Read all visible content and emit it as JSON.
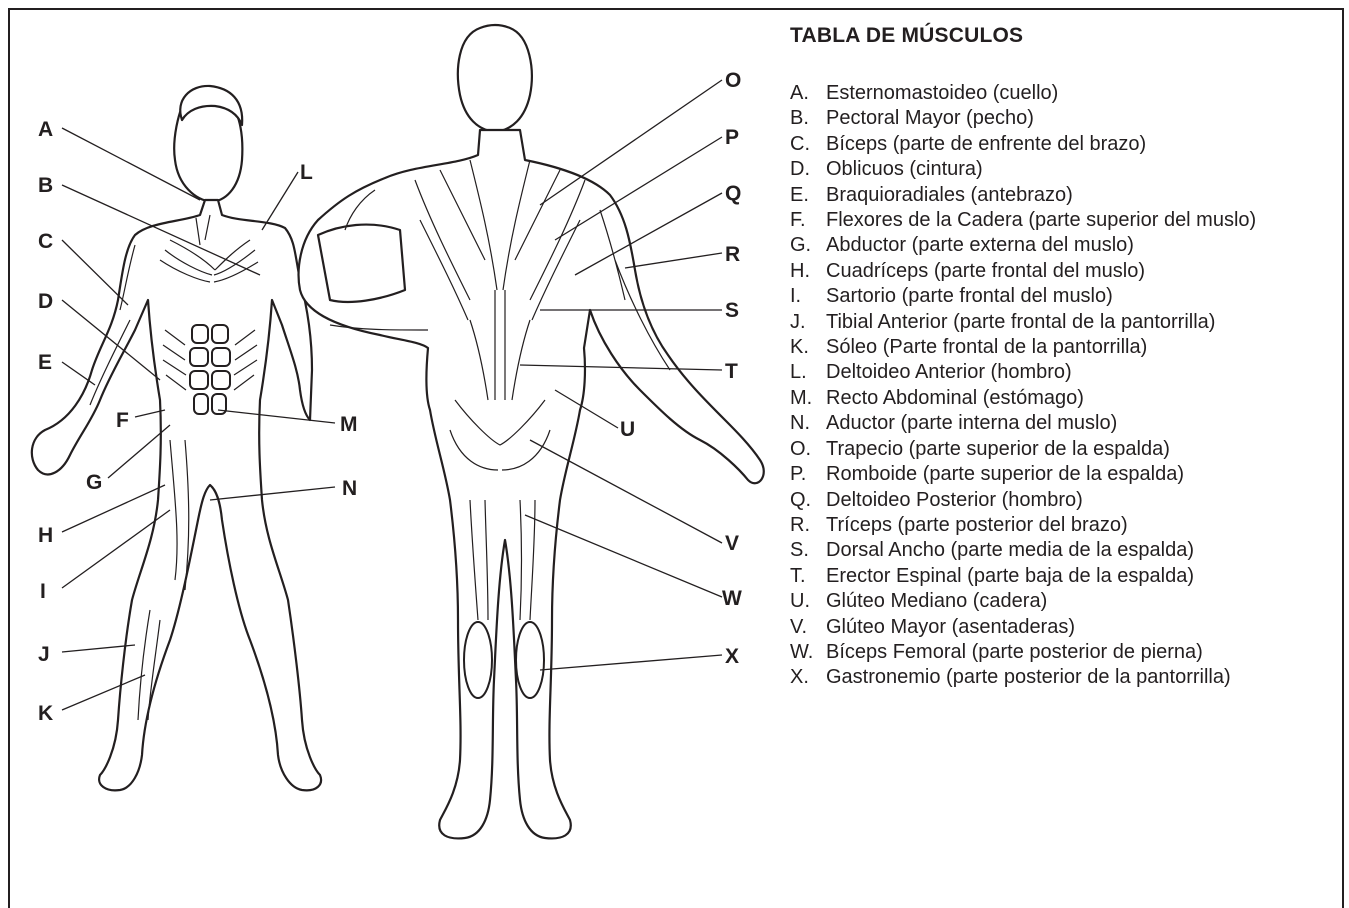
{
  "legend": {
    "title": "TABLA DE MÚSCULOS",
    "items": [
      {
        "key": "A.",
        "text": "Esternomastoideo (cuello)"
      },
      {
        "key": "B.",
        "text": "Pectoral Mayor (pecho)"
      },
      {
        "key": "C.",
        "text": "Bíceps (parte de enfrente del brazo)"
      },
      {
        "key": "D.",
        "text": "Oblicuos (cintura)"
      },
      {
        "key": "E.",
        "text": "Braquioradiales (antebrazo)"
      },
      {
        "key": "F.",
        "text": "Flexores de la Cadera (parte superior del muslo)"
      },
      {
        "key": "G.",
        "text": "Abductor (parte externa del muslo)"
      },
      {
        "key": "H.",
        "text": "Cuadríceps (parte frontal del muslo)"
      },
      {
        "key": "I.",
        "text": "Sartorio (parte frontal del muslo)"
      },
      {
        "key": "J.",
        "text": "Tibial Anterior (parte frontal de la pantorrilla)"
      },
      {
        "key": "K.",
        "text": "Sóleo (Parte frontal de la pantorrilla)"
      },
      {
        "key": "L.",
        "text": "Deltoideo Anterior (hombro)"
      },
      {
        "key": "M.",
        "text": "Recto Abdominal (estómago)"
      },
      {
        "key": "N.",
        "text": "Aductor (parte interna del muslo)"
      },
      {
        "key": "O.",
        "text": "Trapecio (parte superior de la espalda)"
      },
      {
        "key": "P.",
        "text": "Romboide (parte superior de la espalda)"
      },
      {
        "key": "Q.",
        "text": "Deltoideo Posterior (hombro)"
      },
      {
        "key": "R.",
        "text": "Tríceps (parte posterior del brazo)"
      },
      {
        "key": "S.",
        "text": "Dorsal Ancho (parte media de la espalda)"
      },
      {
        "key": "T.",
        "text": "Erector Espinal (parte baja de la espalda)"
      },
      {
        "key": "U.",
        "text": "Glúteo Mediano (cadera)"
      },
      {
        "key": "V.",
        "text": "Glúteo Mayor (asentaderas)"
      },
      {
        "key": "W.",
        "text": "Bíceps Femoral (parte posterior de pierna)"
      },
      {
        "key": "X.",
        "text": "Gastronemio (parte posterior de la pantorrilla)"
      }
    ]
  },
  "labels": {
    "front": [
      "A",
      "B",
      "C",
      "D",
      "E",
      "F",
      "G",
      "H",
      "I",
      "J",
      "K",
      "L",
      "M",
      "N"
    ],
    "back": [
      "O",
      "P",
      "Q",
      "R",
      "S",
      "T",
      "U",
      "V",
      "W",
      "X"
    ]
  }
}
